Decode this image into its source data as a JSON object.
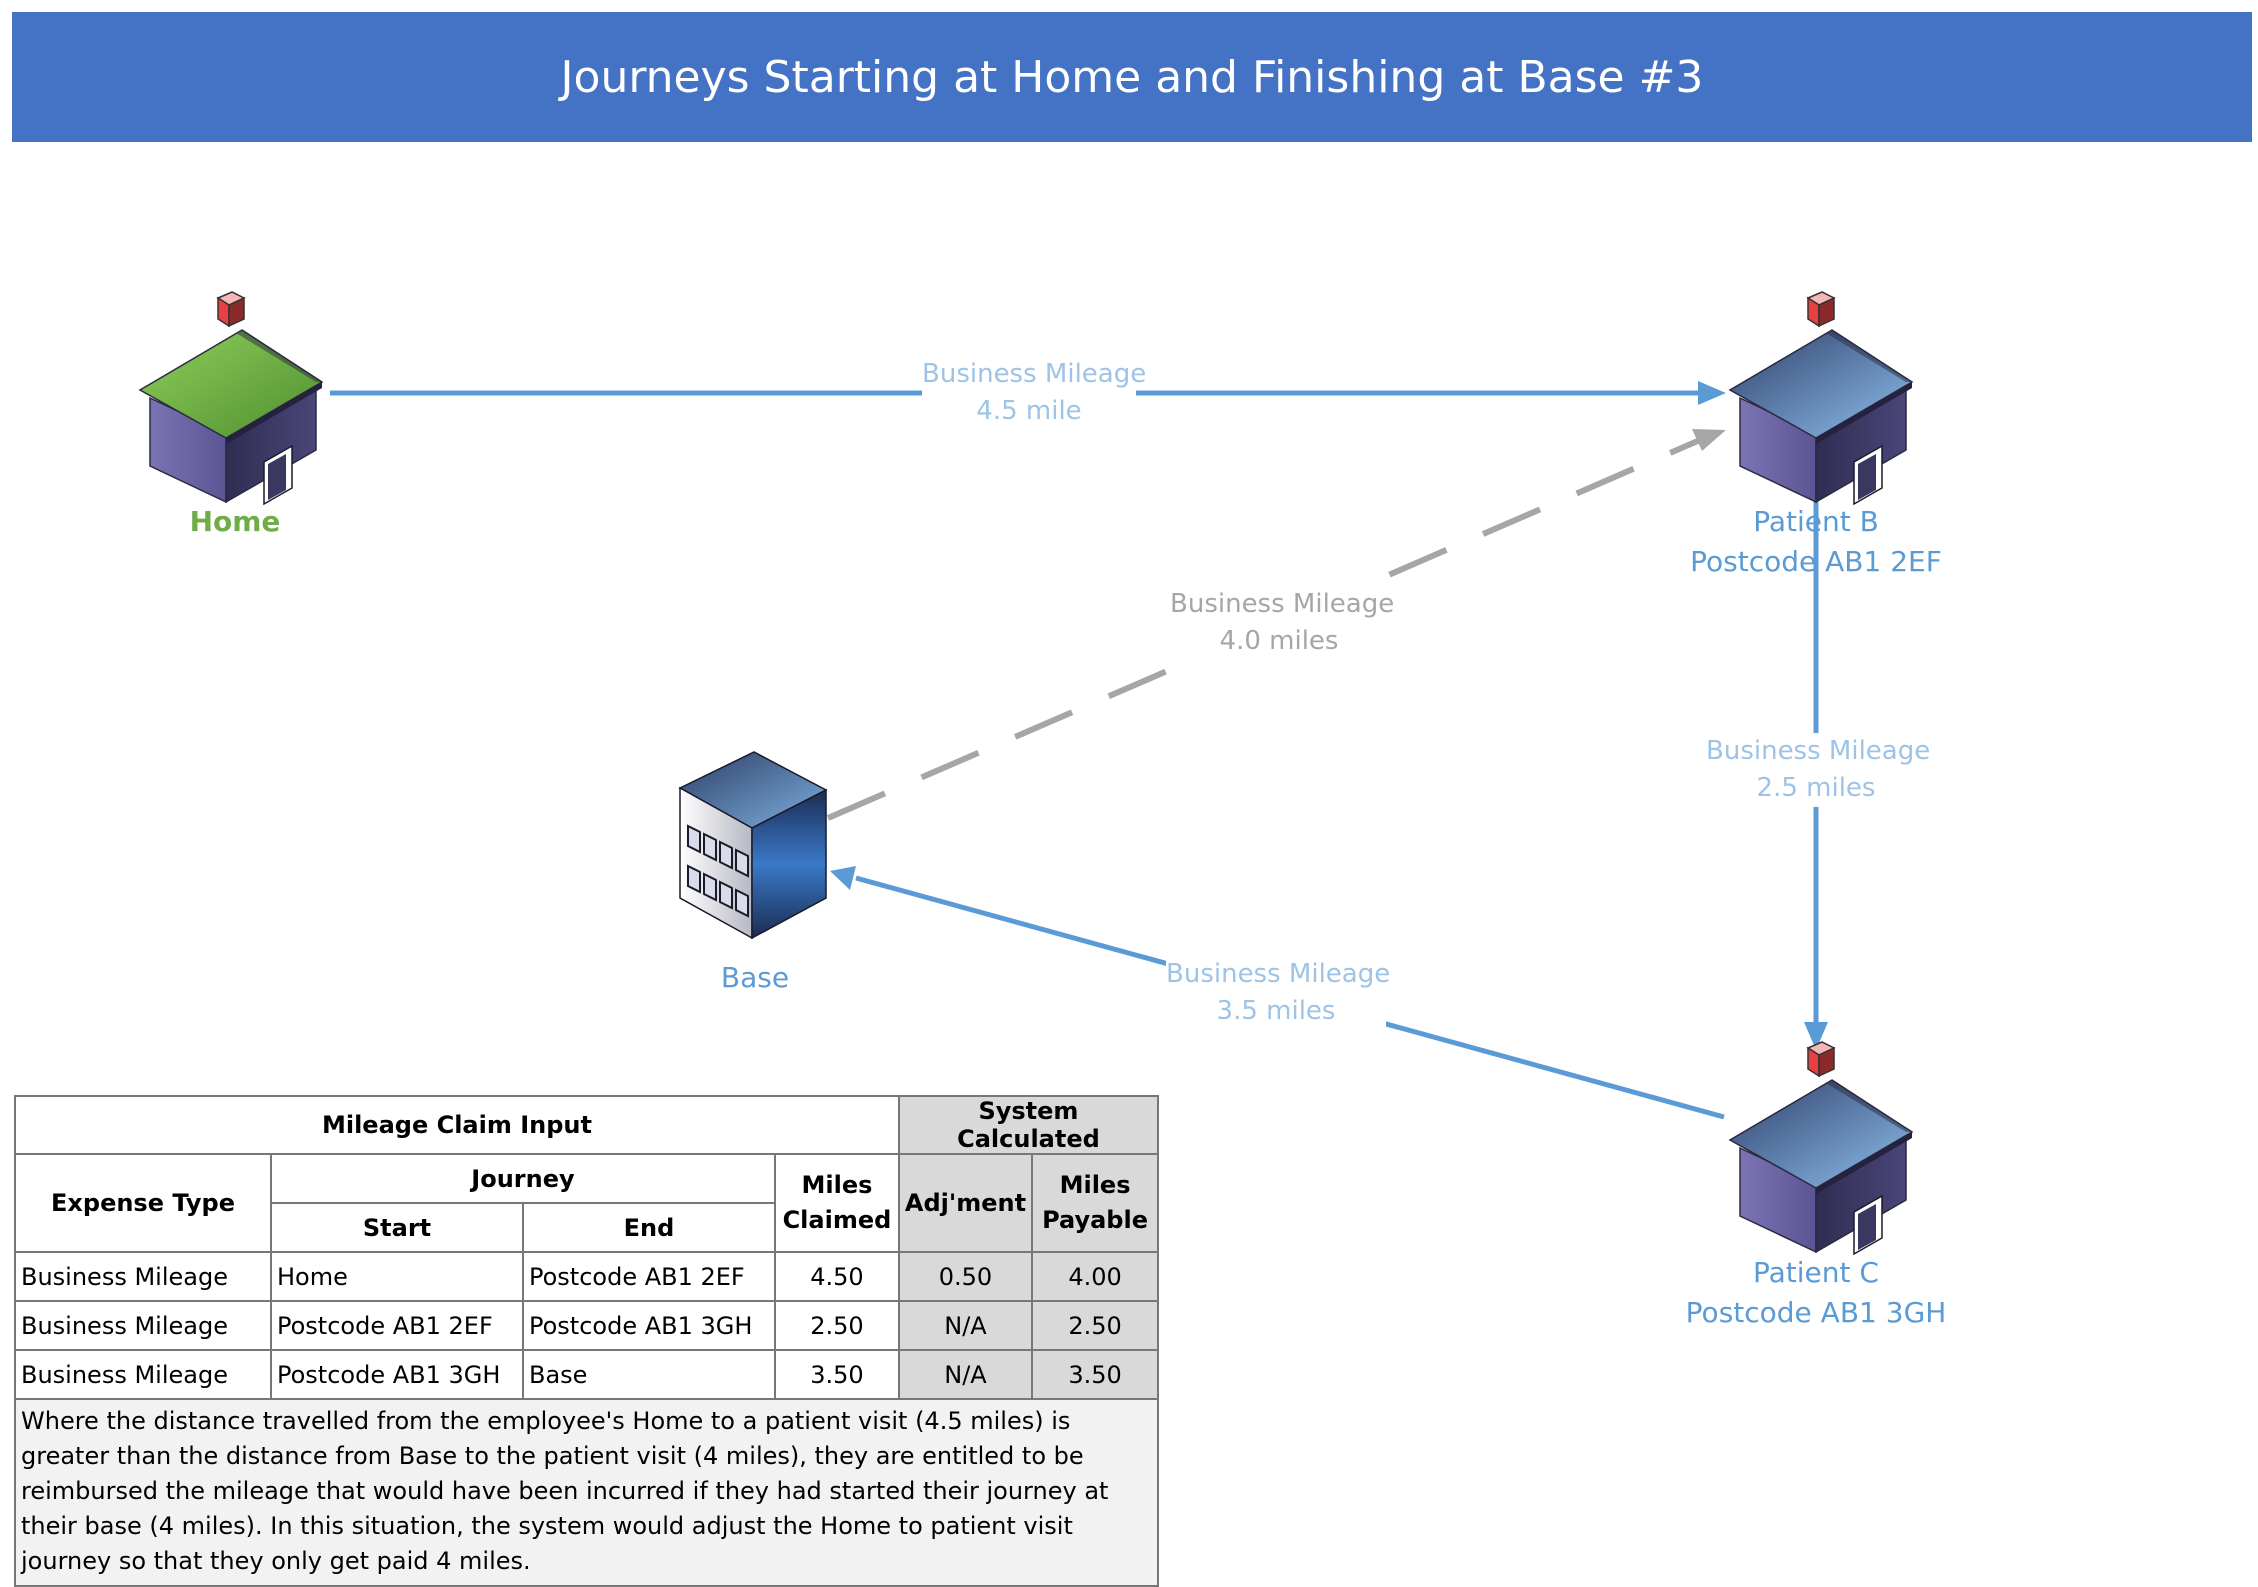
{
  "title": "Journeys Starting at Home and Finishing at Base #3",
  "colors": {
    "banner": "#4472c4",
    "home_label": "#70ad47",
    "node_label": "#5b9bd5",
    "edge_blue": "#5b9bd5",
    "edge_label_blue": "#9dc3e6",
    "edge_grey": "#a6a6a6",
    "calc_header": "#d9d9d9"
  },
  "nodes": {
    "home": {
      "label": "Home",
      "icon": "house-icon"
    },
    "patient_b": {
      "name": "Patient B",
      "postcode": "Postcode AB1 2EF",
      "icon": "house-icon"
    },
    "patient_c": {
      "name": "Patient C",
      "postcode": "Postcode AB1 3GH",
      "icon": "house-icon"
    },
    "base": {
      "label": "Base",
      "icon": "office-building-icon"
    }
  },
  "edges": {
    "home_to_b": {
      "line1": "Business Mileage",
      "line2": "4.5 mile"
    },
    "base_to_b": {
      "line1": "Business Mileage",
      "line2": "4.0 miles"
    },
    "b_to_c": {
      "line1": "Business Mileage",
      "line2": "2.5 miles"
    },
    "c_to_base": {
      "line1": "Business Mileage",
      "line2": "3.5 miles"
    }
  },
  "table": {
    "group_input": "Mileage Claim Input",
    "group_calc": "System Calculated",
    "col_expense_type": "Expense Type",
    "col_journey": "Journey",
    "col_start": "Start",
    "col_end": "End",
    "col_miles_claimed_1": "Miles",
    "col_miles_claimed_2": "Claimed",
    "col_adjment": "Adj'ment",
    "col_miles_payable_1": "Miles",
    "col_miles_payable_2": "Payable",
    "rows": [
      {
        "type": "Business Mileage",
        "start": "Home",
        "end": "Postcode AB1 2EF",
        "claimed": "4.50",
        "adj": "0.50",
        "payable": "4.00"
      },
      {
        "type": "Business Mileage",
        "start": "Postcode AB1 2EF",
        "end": "Postcode AB1 3GH",
        "claimed": "2.50",
        "adj": "N/A",
        "payable": "2.50"
      },
      {
        "type": "Business Mileage",
        "start": "Postcode AB1 3GH",
        "end": "Base",
        "claimed": "3.50",
        "adj": "N/A",
        "payable": "3.50"
      }
    ],
    "note": "Where the distance travelled from the employee's Home to a patient visit (4.5 miles) is greater than the distance from Base to the patient visit (4 miles), they are entitled to be reimbursed the mileage that would have been incurred if they had started their journey at their base (4 miles).  In this situation, the system would adjust the Home to patient visit journey so that they only get paid 4 miles."
  }
}
